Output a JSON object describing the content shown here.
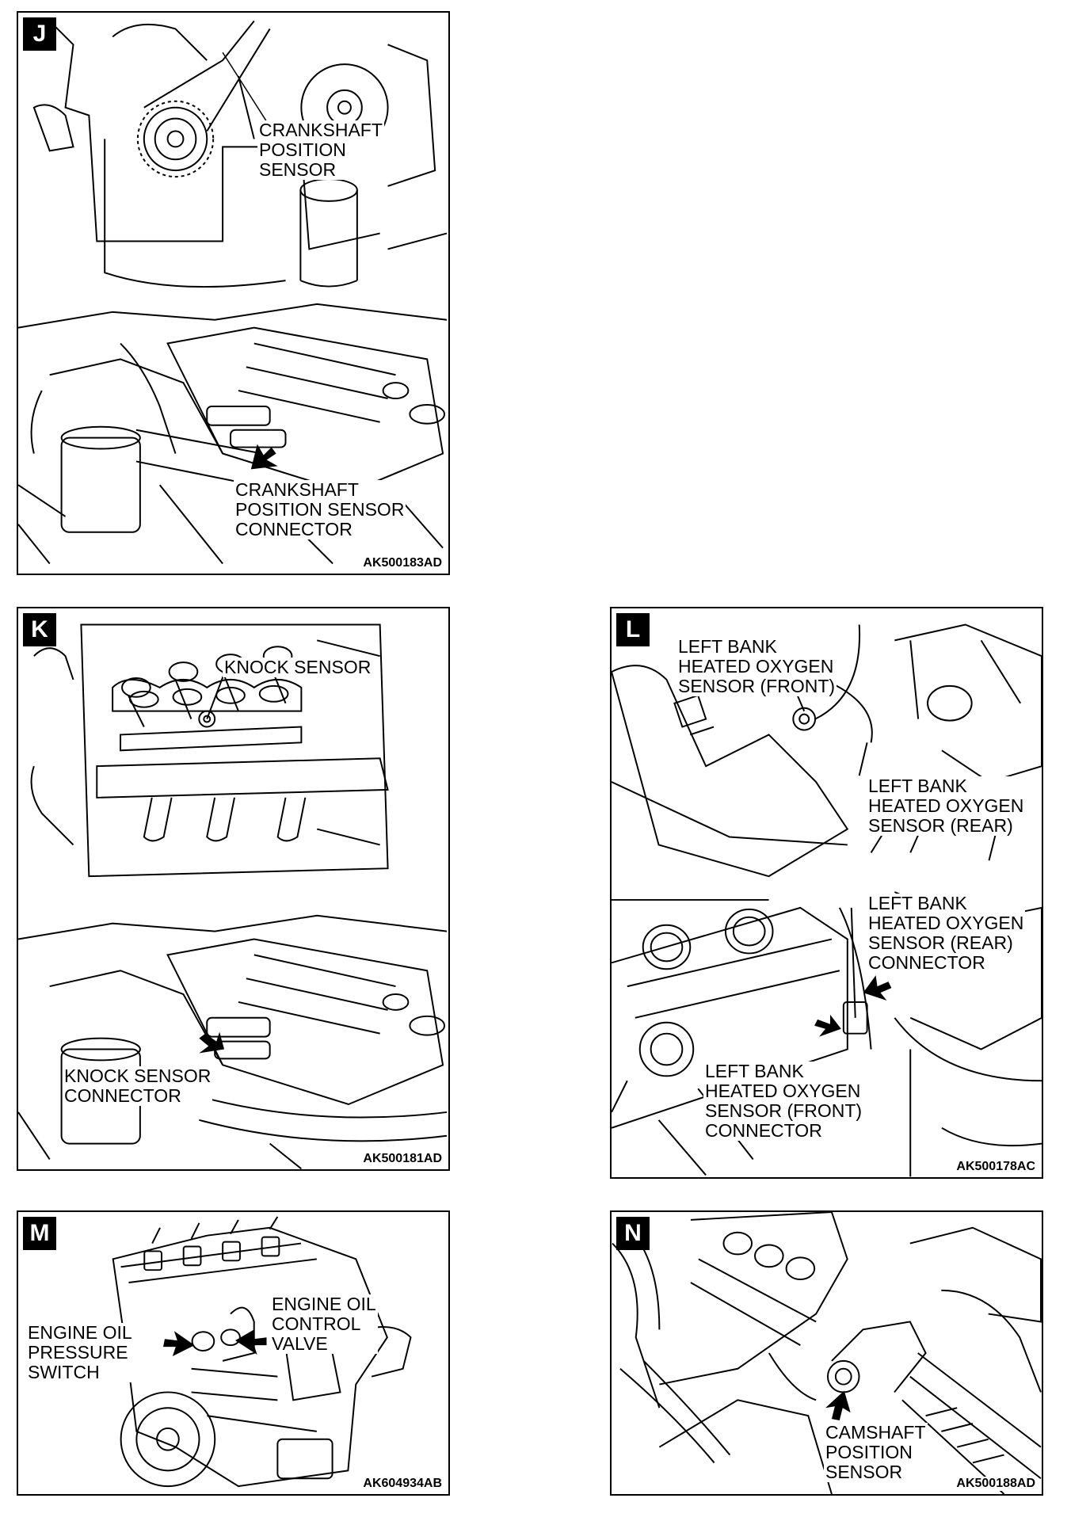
{
  "panels": {
    "J": {
      "badge": "J",
      "labels": {
        "crankshaft_sensor": [
          "CRANKSHAFT",
          "POSITION",
          "SENSOR"
        ],
        "crankshaft_connector": [
          "CRANKSHAFT",
          "POSITION SENSOR",
          "CONNECTOR"
        ]
      },
      "code": "AK500183AD"
    },
    "K": {
      "badge": "K",
      "labels": {
        "knock_sensor": [
          "KNOCK SENSOR"
        ],
        "knock_connector": [
          "KNOCK SENSOR",
          "CONNECTOR"
        ]
      },
      "code": "AK500181AD"
    },
    "L": {
      "badge": "L",
      "labels": {
        "lb_front": [
          "LEFT BANK",
          "HEATED OXYGEN",
          "SENSOR (FRONT)"
        ],
        "lb_rear": [
          "LEFT BANK",
          "HEATED OXYGEN",
          "SENSOR (REAR)"
        ],
        "lb_rear_conn": [
          "LEFT BANK",
          "HEATED OXYGEN",
          "SENSOR (REAR)",
          "CONNECTOR"
        ],
        "lb_front_conn": [
          "LEFT BANK",
          "HEATED OXYGEN",
          "SENSOR (FRONT)",
          "CONNECTOR"
        ]
      },
      "code": "AK500178AC"
    },
    "M": {
      "badge": "M",
      "labels": {
        "oil_pressure": [
          "ENGINE OIL",
          "PRESSURE",
          "SWITCH"
        ],
        "oil_control": [
          "ENGINE OIL",
          "CONTROL",
          "VALVE"
        ]
      },
      "code": "AK604934AB"
    },
    "N": {
      "badge": "N",
      "labels": {
        "camshaft": [
          "CAMSHAFT",
          "POSITION",
          "SENSOR"
        ]
      },
      "code": "AK500188AD"
    }
  }
}
